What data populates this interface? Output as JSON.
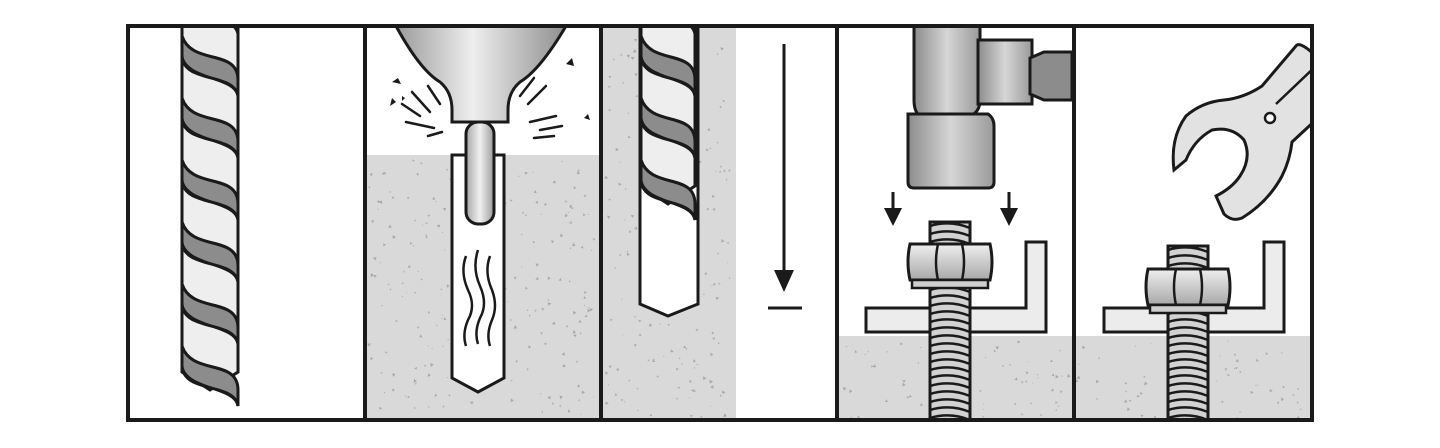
{
  "figure": {
    "panel_count": 5,
    "colors": {
      "outline": "#1a1a1a",
      "background": "#ffffff",
      "concrete": "#d9d9d9",
      "concrete_speck": "#a9a9a9",
      "metal_light": "#e6e6e6",
      "metal_mid": "#bdbdbd",
      "metal_dark": "#8c8c8c"
    },
    "steps": [
      {
        "id": "drill-bit",
        "icon": "drill-bit-icon"
      },
      {
        "id": "drill-hole",
        "icon": "drill-chuck-icon"
      },
      {
        "id": "check-depth",
        "icon": "depth-arrow-icon"
      },
      {
        "id": "hammer-in-anchor",
        "icon": "hammer-icon"
      },
      {
        "id": "tighten-nut",
        "icon": "wrench-icon"
      }
    ]
  }
}
